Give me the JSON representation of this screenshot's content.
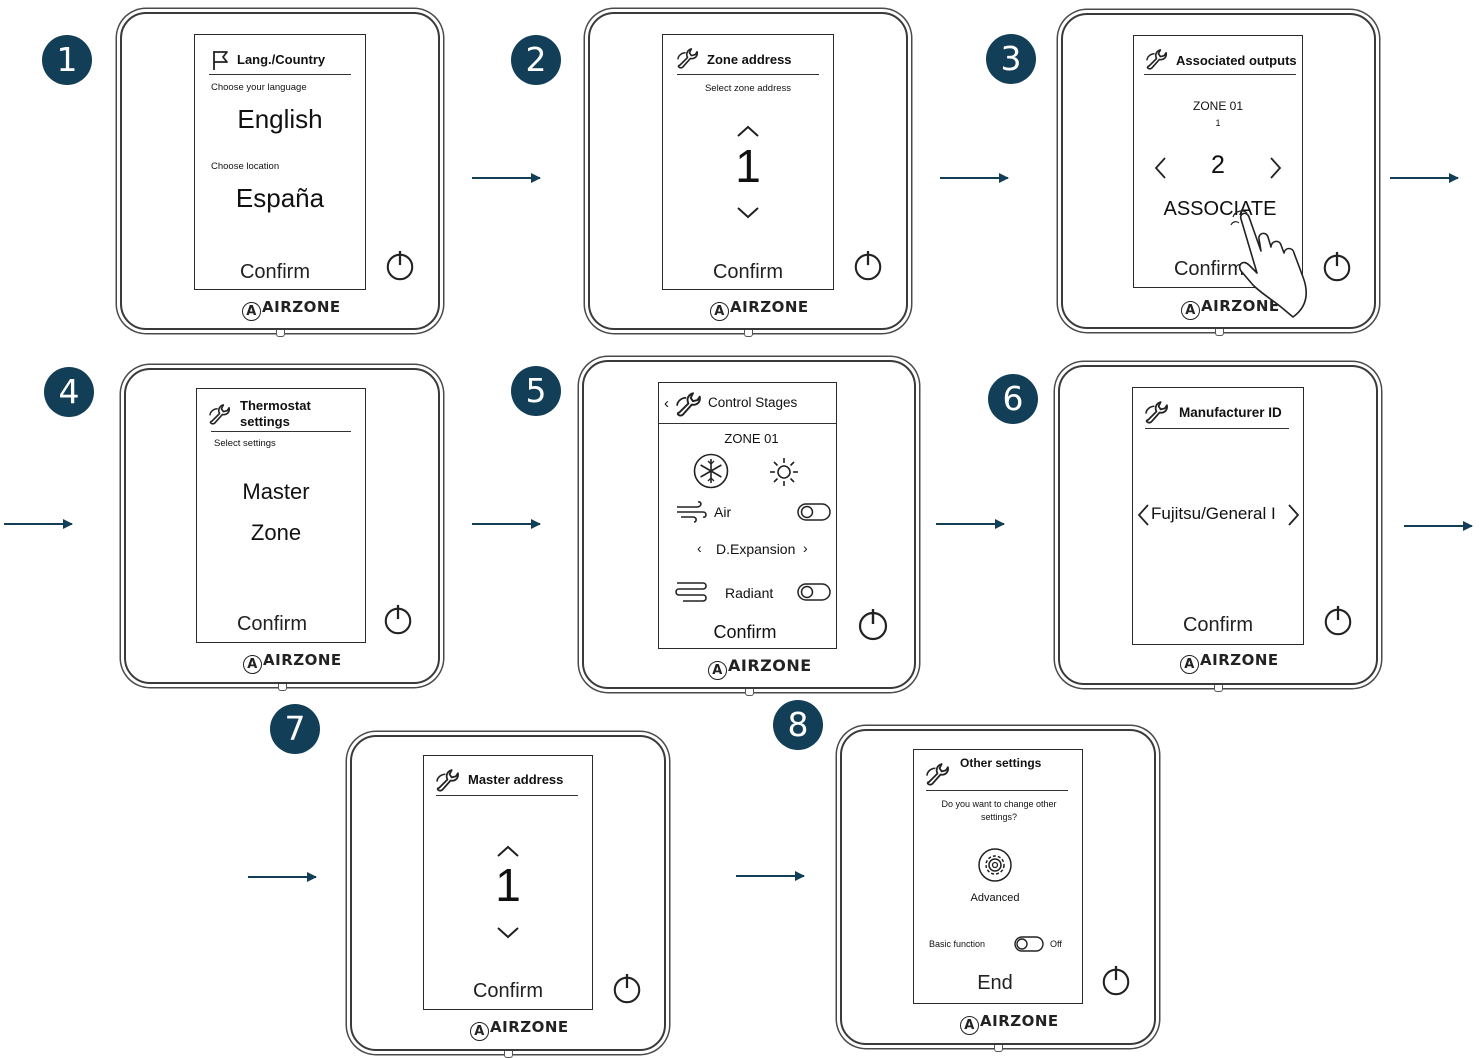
{
  "brand": "AIRZONE",
  "colors": {
    "badge": "#123f57",
    "arrow": "#123f57",
    "outline": "#2a2a2a"
  },
  "steps": [
    {
      "number": "1",
      "title": "Lang./Country",
      "icon": "flag-icon",
      "language_label": "Choose your language",
      "language_value": "English",
      "location_label": "Choose location",
      "location_value": "España",
      "confirm": "Confirm"
    },
    {
      "number": "2",
      "title": "Zone address",
      "icon": "wrench-icon",
      "subtitle": "Select zone address",
      "value": "1",
      "confirm": "Confirm"
    },
    {
      "number": "3",
      "title": "Associated outputs",
      "icon": "wrench-icon",
      "zone": "ZONE 01",
      "zone_sub": "1",
      "value": "2",
      "action": "ASSOCIATE",
      "confirm": "Confirm"
    },
    {
      "number": "4",
      "title_line1": "Thermostat",
      "title_line2": "settings",
      "icon": "wrench-icon",
      "subtitle": "Select settings",
      "option1": "Master",
      "option2": "Zone",
      "confirm": "Confirm"
    },
    {
      "number": "5",
      "title": "Control Stages",
      "icon": "wrench-icon",
      "zone": "ZONE 01",
      "air_label": "Air",
      "expansion_label": "D.Expansion",
      "radiant_label": "Radiant",
      "confirm": "Confirm"
    },
    {
      "number": "6",
      "title": "Manufacturer ID",
      "icon": "wrench-icon",
      "value": "Fujitsu/General I",
      "confirm": "Confirm"
    },
    {
      "number": "7",
      "title": "Master address",
      "icon": "wrench-icon",
      "value": "1",
      "confirm": "Confirm"
    },
    {
      "number": "8",
      "title": "Other settings",
      "icon": "wrench-icon",
      "question": "Do you want to change other settings?",
      "advanced_label": "Advanced",
      "basic_label": "Basic function",
      "toggle_state": "Off",
      "end": "End"
    }
  ]
}
